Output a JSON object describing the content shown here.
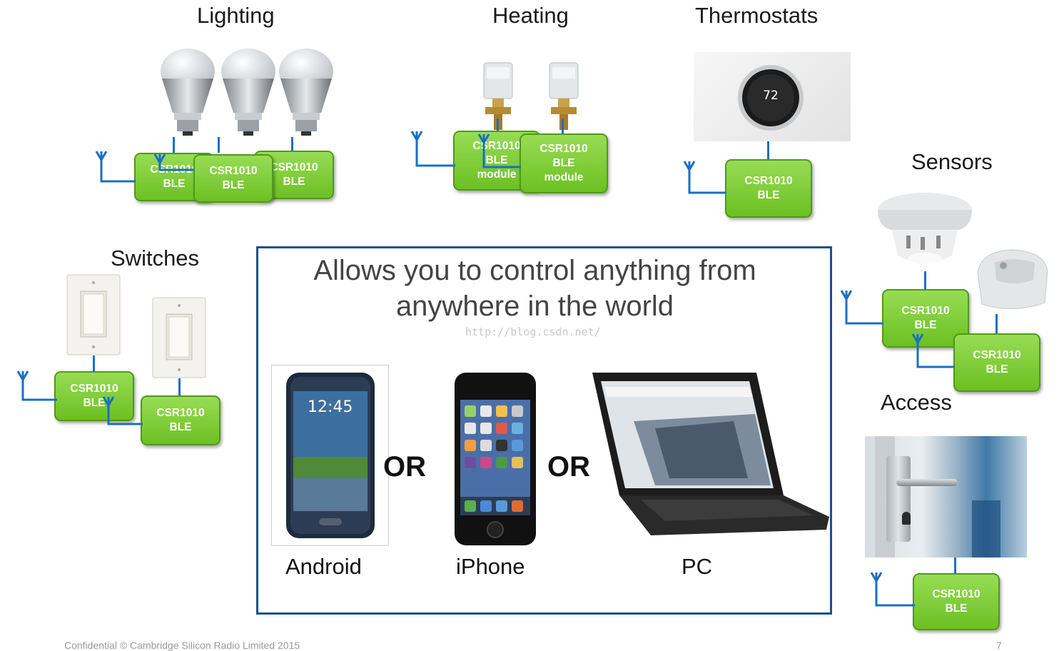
{
  "titles": {
    "lighting": "Lighting",
    "heating": "Heating",
    "thermostats": "Thermostats",
    "sensors": "Sensors",
    "switches": "Switches",
    "access": "Access"
  },
  "module": {
    "line1": "CSR1010",
    "line2": "BLE",
    "line3": "module"
  },
  "thermostat_display": "72",
  "main_box": {
    "message_line1": "Allows you to control anything from",
    "message_line2": "anywhere in the world",
    "watermark": "http://blog.csdn.net/",
    "or_label": "OR",
    "devices": [
      "Android",
      "iPhone",
      "PC"
    ],
    "phone_time": "12:45"
  },
  "footer": "Confidential © Cambridge Silicon Radio Limited 2015",
  "page_number": "7",
  "colors": {
    "module_green": "#7ccb35",
    "wire_blue": "#1a6fc4",
    "box_border": "#1f4f8f"
  }
}
